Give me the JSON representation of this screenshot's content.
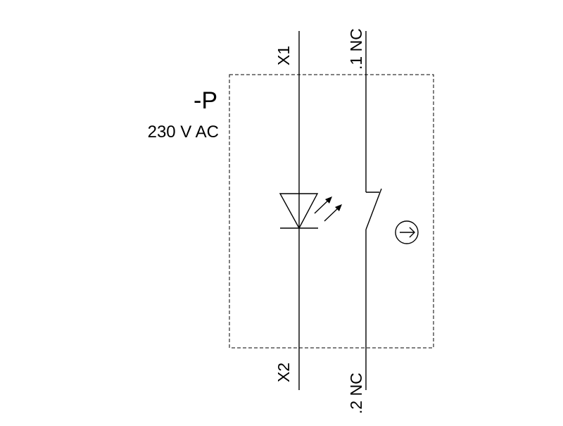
{
  "device": {
    "reference": "-P",
    "rating": "230 V AC"
  },
  "terminals": {
    "lamp_top": "X1",
    "lamp_bottom": "X2",
    "contact_top": ".1 NC",
    "contact_bottom": ".2 NC"
  },
  "icons": {
    "led": "led-diode-icon",
    "contact": "nc-contact-icon",
    "actuator": "circled-arrow-icon"
  },
  "colors": {
    "line": "#000000",
    "background": "#ffffff"
  }
}
